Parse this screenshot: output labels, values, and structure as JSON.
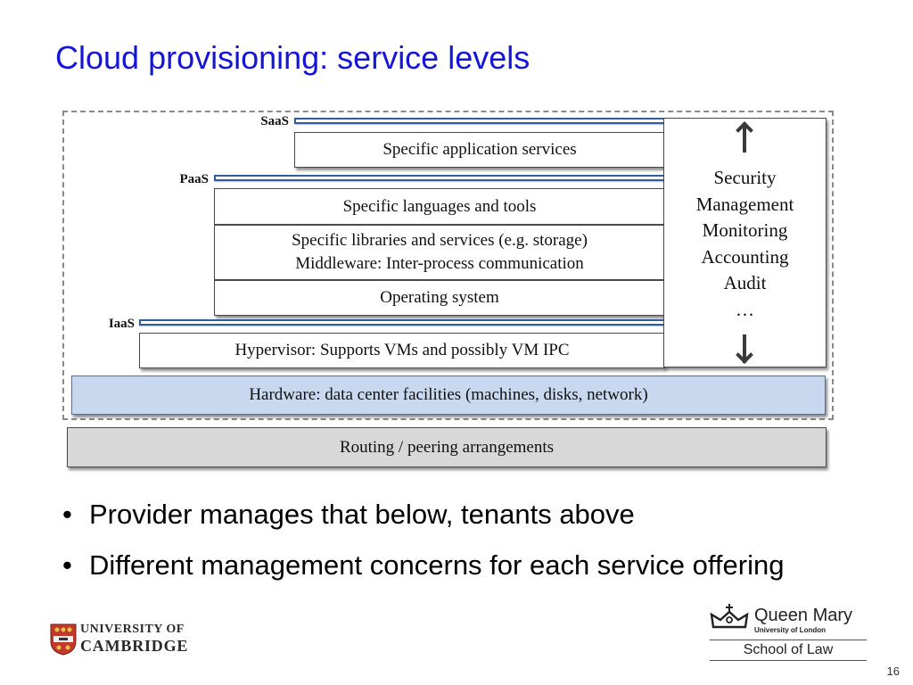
{
  "title": "Cloud provisioning: service levels",
  "diagram": {
    "levels": {
      "saas": "SaaS",
      "paas": "PaaS",
      "iaas": "IaaS"
    },
    "boxes": {
      "app_services": "Specific application services",
      "languages_tools": "Specific languages and tools",
      "libraries_line1": "Specific libraries and services (e.g. storage)",
      "libraries_line2": "Middleware: Inter-process communication",
      "os": "Operating system",
      "hypervisor": "Hypervisor: Supports VMs and possibly VM IPC",
      "hardware": "Hardware: data center facilities (machines, disks, network)",
      "routing": "Routing / peering arrangements"
    },
    "concerns": [
      "Security",
      "Management",
      "Monitoring",
      "Accounting",
      "Audit",
      "…"
    ]
  },
  "bullets": [
    "Provider manages that below, tenants above",
    "Different management concerns for each service offering"
  ],
  "logos": {
    "cambridge_line1": "UNIVERSITY OF",
    "cambridge_line2": "CAMBRIDGE",
    "qm_name": "Queen Mary",
    "qm_sub": "University of London",
    "qm_school": "School of Law"
  },
  "page_number": "16",
  "colors": {
    "title": "#1515d8",
    "level_bar_border": "#2f5d9e",
    "hardware_fill": "#c8d9ef",
    "routing_fill": "#d8d8d8"
  }
}
